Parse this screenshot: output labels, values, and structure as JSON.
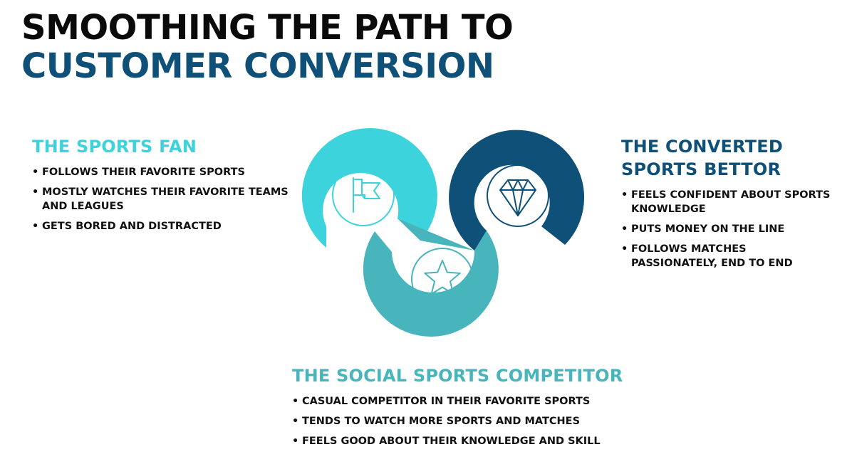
{
  "title": {
    "line1": "SMOOTHING THE PATH TO",
    "line2": "CUSTOMER CONVERSION"
  },
  "colors": {
    "fan": "#3cd3dc",
    "competitor": "#48b4bb",
    "bettor": "#0f5078",
    "dark": "#0a0a0a"
  },
  "stages": {
    "fan": {
      "heading": "THE SPORTS FAN",
      "icon": "flag-icon",
      "bullets": [
        "FOLLOWS THEIR FAVORITE SPORTS",
        "MOSTLY WATCHES THEIR FAVORITE TEAMS AND LEAGUES",
        "GETS BORED AND DISTRACTED"
      ]
    },
    "competitor": {
      "heading": "THE SOCIAL SPORTS COMPETITOR",
      "icon": "star-icon",
      "bullets": [
        "CASUAL COMPETITOR IN THEIR FAVORITE SPORTS",
        "TENDS TO WATCH MORE SPORTS AND MATCHES",
        "FEELS GOOD ABOUT THEIR KNOWLEDGE AND SKILL"
      ]
    },
    "bettor": {
      "heading": "THE CONVERTED SPORTS BETTOR",
      "icon": "diamond-icon",
      "bullets": [
        "FEELS CONFIDENT ABOUT SPORTS KNOWLEDGE",
        "PUTS MONEY ON THE LINE",
        "FOLLOWS MATCHES PASSIONATELY, END TO END"
      ]
    }
  }
}
